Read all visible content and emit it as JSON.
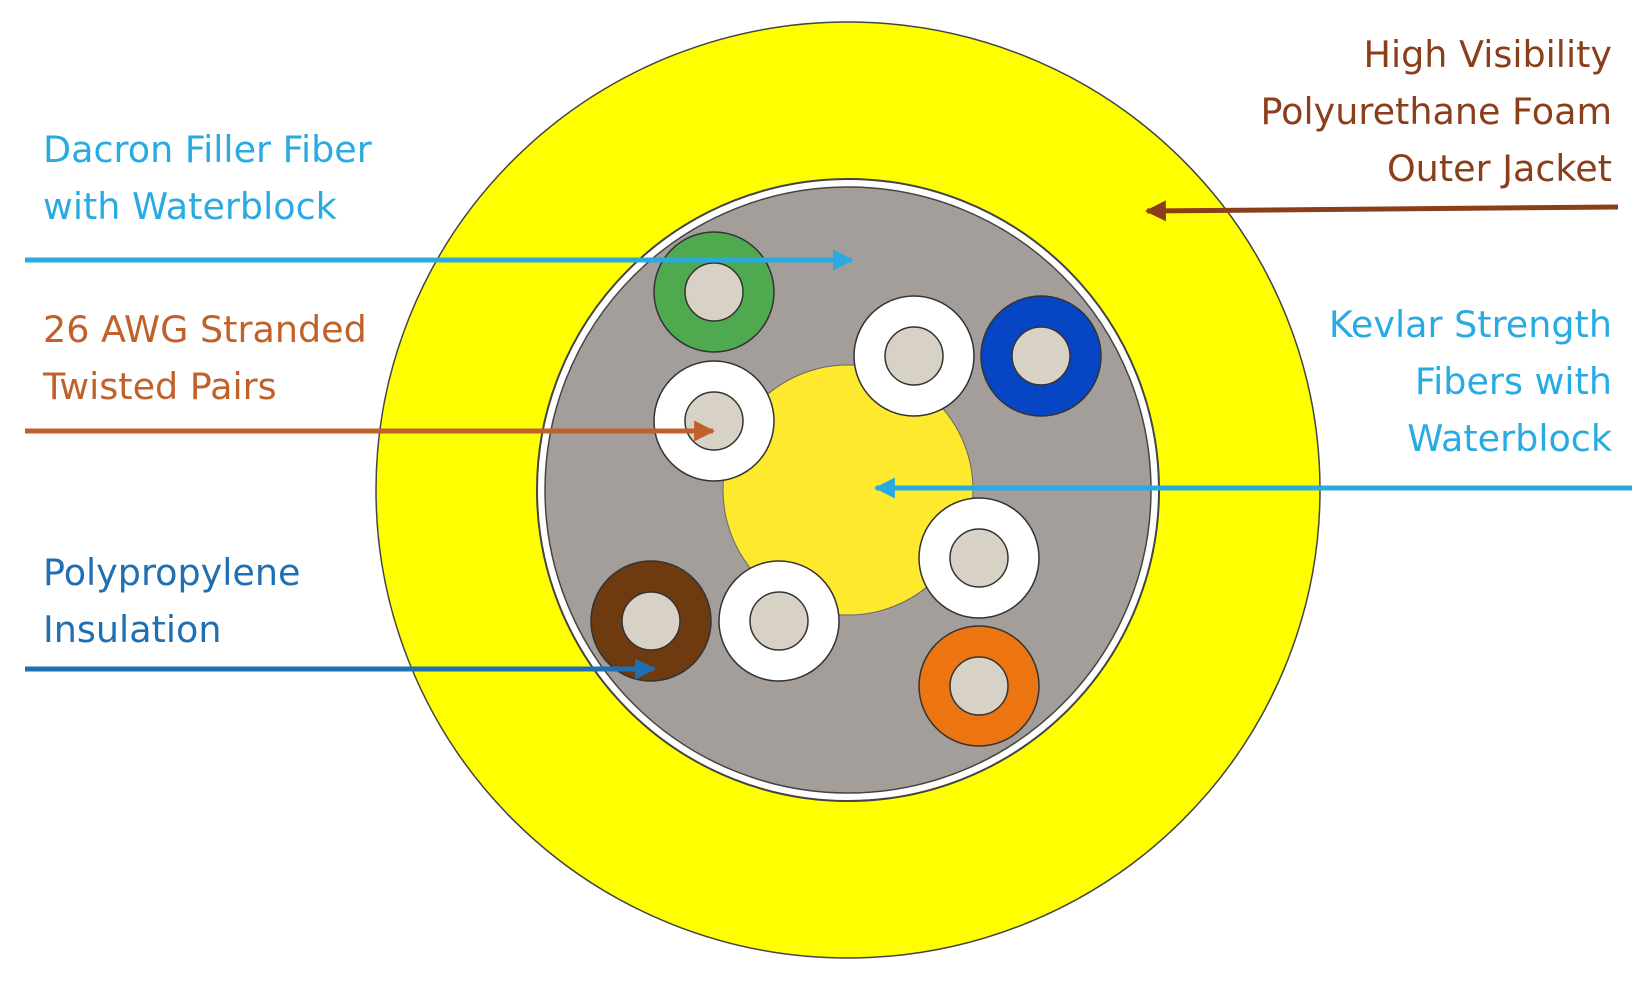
{
  "labels": {
    "jacket": [
      "High Visibility",
      "Polyurethane Foam",
      "Outer Jacket"
    ],
    "dacron": [
      "Dacron Filler Fiber",
      "with Waterblock"
    ],
    "awg": [
      "26 AWG Stranded",
      "Twisted Pairs"
    ],
    "kevlar": [
      "Kevlar Strength",
      "Fibers with",
      "Waterblock"
    ],
    "insulation": [
      "Polypropylene",
      "Insulation"
    ]
  },
  "colors": {
    "jacket": "#ffff00",
    "gray_fill": "#a39e9a",
    "center_yellow": "#ffe92f",
    "conductor": "#d8d2c6",
    "jacket_text": "#8a3f1a",
    "awg_text": "#c0612b",
    "light_blue": "#29abe2",
    "dark_blue": "#1f6fb2",
    "green": "#4ea94f",
    "blue": "#0645c4",
    "brown": "#6e3a10",
    "orange": "#ec7512",
    "white": "#ffffff"
  },
  "conductors": [
    {
      "name": "green-insulated-conductor",
      "color": "green"
    },
    {
      "name": "white-insulated-conductor-top",
      "color": "white"
    },
    {
      "name": "blue-insulated-conductor",
      "color": "blue"
    },
    {
      "name": "white-insulated-conductor-left",
      "color": "white"
    },
    {
      "name": "white-insulated-conductor-right",
      "color": "white"
    },
    {
      "name": "brown-insulated-conductor",
      "color": "brown"
    },
    {
      "name": "white-insulated-conductor-bottom",
      "color": "white"
    },
    {
      "name": "orange-insulated-conductor",
      "color": "orange"
    }
  ]
}
